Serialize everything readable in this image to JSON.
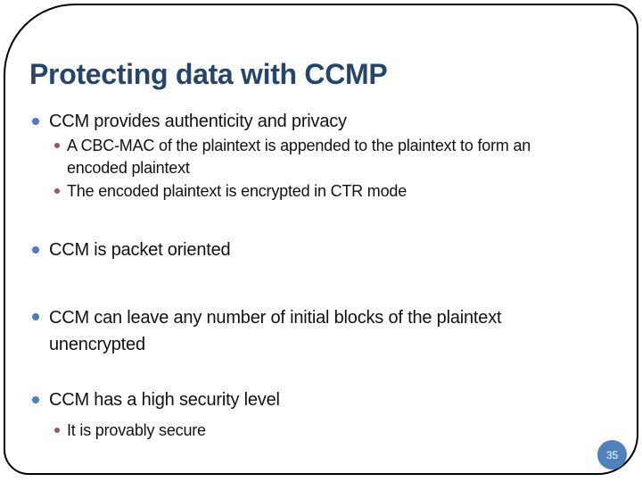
{
  "slide": {
    "title": "Protecting data with CCMP",
    "page_number": "35",
    "colors": {
      "title_text": "#25456A",
      "body_text": "#111111",
      "level1_bullet": "#4A7EBB",
      "level2_bullet": "#A05555",
      "page_badge_bg": "#4F81BD",
      "page_badge_text": "#FFFFFF",
      "frame_border": "#000000",
      "background": "#FFFFFF"
    },
    "bullets": [
      {
        "level": 1,
        "lines": [
          "CCM provides authenticity and privacy"
        ]
      },
      {
        "level": 2,
        "lines": [
          "A CBC-MAC of the plaintext is appended to the plaintext to form an",
          "encoded plaintext"
        ]
      },
      {
        "level": 2,
        "lines": [
          "The encoded plaintext is encrypted in CTR mode"
        ]
      },
      {
        "level": 1,
        "lines": [
          "CCM is packet oriented"
        ]
      },
      {
        "level": 1,
        "lines": [
          "CCM can leave any number of initial blocks of the plaintext",
          "unencrypted"
        ]
      },
      {
        "level": 1,
        "lines": [
          "CCM has a high security level"
        ]
      },
      {
        "level": 2,
        "lines": [
          "It is provably secure"
        ]
      }
    ]
  }
}
